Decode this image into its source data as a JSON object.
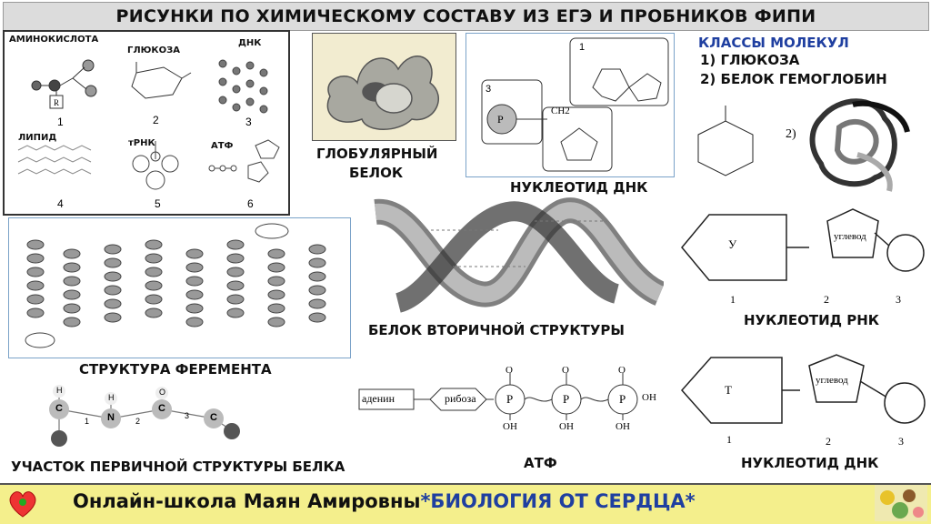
{
  "title": "РИСУНКИ ПО ХИМИЧЕСКОМУ СОСТАВУ ИЗ ЕГЭ И ПРОБНИКОВ ФИПИ",
  "panel1": {
    "aminoacid": "АМИНОКИСЛОТА",
    "glucose": "ГЛЮКОЗА",
    "dna": "ДНК",
    "lipid": "ЛИПИД",
    "trna": "тРНК",
    "atp": "АТФ",
    "n1": "1",
    "n2": "2",
    "n3": "3",
    "n4": "4",
    "n5": "5",
    "n6": "6"
  },
  "globular": {
    "line1": "ГЛОБУЛЯРНЫЙ",
    "line2": "БЕЛОК"
  },
  "nucleotide_dna_top": {
    "caption": "НУКЛЕОТИД ДНК",
    "box1": "1",
    "box3": "3",
    "ch2": "CH2",
    "p": "P"
  },
  "classes": {
    "heading": "КЛАССЫ МОЛЕКУЛ",
    "item1": "1) ГЛЮКОЗА",
    "item2": "2) БЕЛОК ГЕМОГЛОБИН",
    "fig2": "2)"
  },
  "enzyme": {
    "caption": "СТРУКТУРА ФЕРЕМЕНТА"
  },
  "secondary": {
    "caption": "БЕЛОК ВТОРИЧНОЙ СТРУКТУРЫ"
  },
  "rna_nucleotide": {
    "base": "У",
    "sugar": "углевод",
    "n1": "1",
    "n2": "2",
    "n3": "3",
    "caption": "НУКЛЕОТИД РНК"
  },
  "primary": {
    "caption": "УЧАСТОК ПЕРВИЧНОЙ СТРУКТУРЫ БЕЛКА",
    "c": "C",
    "n": "N",
    "h": "H",
    "o": "O",
    "b1": "1",
    "b2": "2",
    "b3": "3"
  },
  "atp_scheme": {
    "adenine": "аденин",
    "ribose": "рибоза",
    "p": "P",
    "o": "O",
    "oh": "OH",
    "caption": "АТФ"
  },
  "dna_nucleotide": {
    "base": "Т",
    "sugar": "углевод",
    "n1": "1",
    "n2": "2",
    "n3": "3",
    "caption": "НУКЛЕОТИД ДНК"
  },
  "footer": {
    "text": "Онлайн-школа Маян Амировны",
    "accent": "*БИОЛОГИЯ ОТ СЕРДЦА*"
  },
  "colors": {
    "footer_bg": "#f4ef8c",
    "accent": "#1f3fa0",
    "header_bg": "#dcdcdc"
  }
}
